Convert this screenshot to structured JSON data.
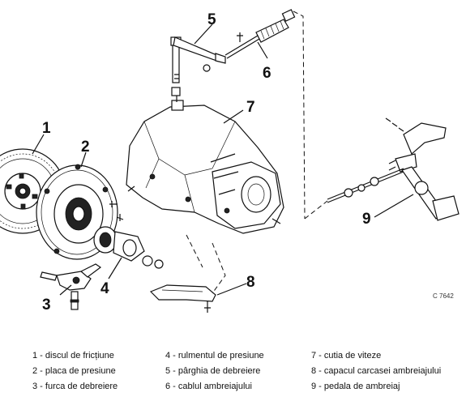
{
  "callouts": [
    "1",
    "2",
    "3",
    "4",
    "5",
    "6",
    "7",
    "8",
    "9"
  ],
  "figure_code": "C 7642",
  "legend": {
    "col1": [
      "1 - discul de fricțiune",
      "2 - placa de presiune",
      "3 - furca de debreiere"
    ],
    "col2": [
      "4 - rulmentul de presiune",
      "5 - pârghia de debreiere",
      "6 - cablul ambreiajului"
    ],
    "col3": [
      "7 - cutia de viteze",
      "8 - capacul carcasei ambreiajului",
      "9 - pedala de ambreiaj"
    ]
  }
}
